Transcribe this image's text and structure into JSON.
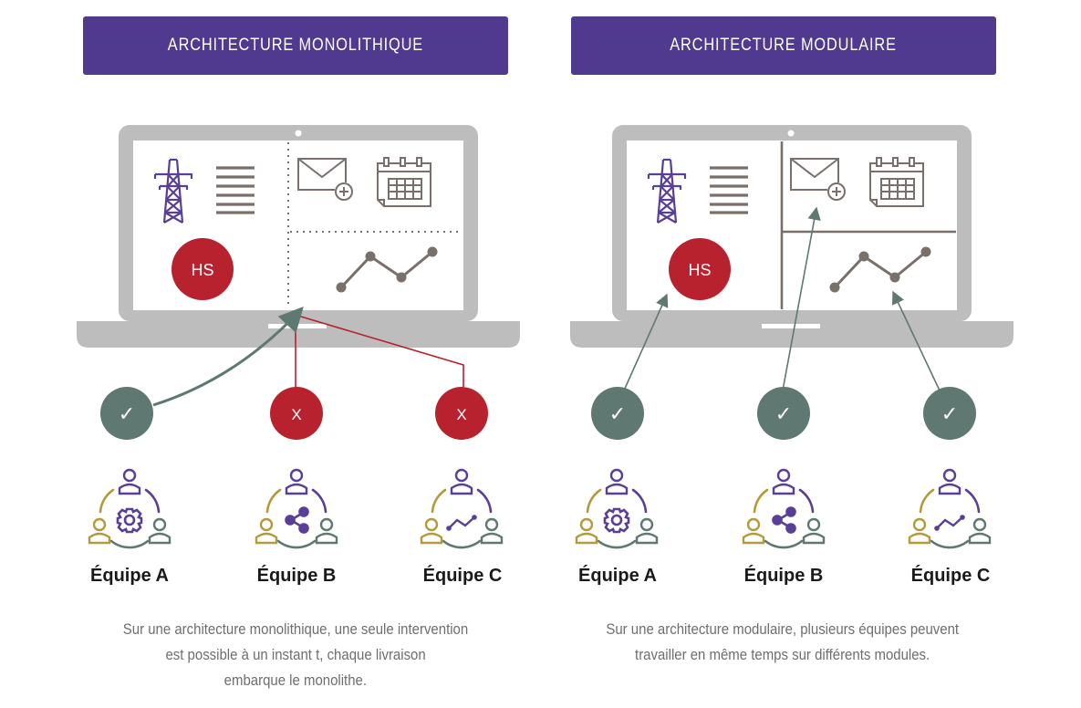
{
  "panels": [
    {
      "title": "ARCHITECTURE MONOLITHIQUE",
      "status_label": "HS",
      "teams": [
        {
          "name": "Équipe A",
          "status": "✓"
        },
        {
          "name": "Équipe B",
          "status": "X"
        },
        {
          "name": "Équipe C",
          "status": "X"
        }
      ],
      "caption_lines": [
        "Sur une architecture monolithique, une seule intervention",
        "est possible à un instant t, chaque livraison",
        "embarque le monolithe."
      ]
    },
    {
      "title": "ARCHITECTURE MODULAIRE",
      "status_label": "HS",
      "teams": [
        {
          "name": "Équipe A",
          "status": "✓"
        },
        {
          "name": "Équipe B",
          "status": "✓"
        },
        {
          "name": "Équipe C",
          "status": "✓"
        }
      ],
      "caption_lines": [
        "Sur une architecture modulaire, plusieurs équipes peuvent",
        "travailler en même temps sur différents modules."
      ]
    }
  ],
  "colors": {
    "banner": "#4f3a8f",
    "laptop": "#bdbdbe",
    "ok": "#5f7871",
    "error": "#b8212e",
    "icon_purple": "#5a3f96",
    "icon_gray": "#7a706b",
    "team_gold": "#b39a3c",
    "team_purple": "#5a3f96",
    "team_green": "#5f7871"
  },
  "icons": [
    "power-pylon-icon",
    "text-lines-icon",
    "mail-add-icon",
    "calendar-icon",
    "line-chart-icon",
    "team-gear-icon",
    "team-share-icon",
    "team-chart-icon"
  ]
}
